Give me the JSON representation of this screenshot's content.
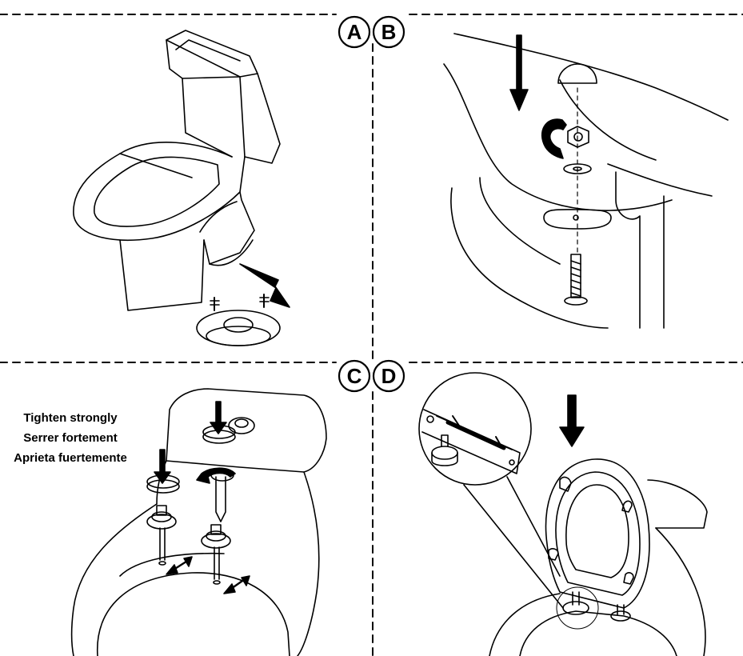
{
  "step_labels": [
    "A",
    "B",
    "C",
    "D"
  ],
  "caption": {
    "line1": "Tighten strongly",
    "line2": "Serrer fortement",
    "line3": "Aprieta fuertemente"
  },
  "colors": {
    "ink": "#000000",
    "paper": "#ffffff"
  }
}
